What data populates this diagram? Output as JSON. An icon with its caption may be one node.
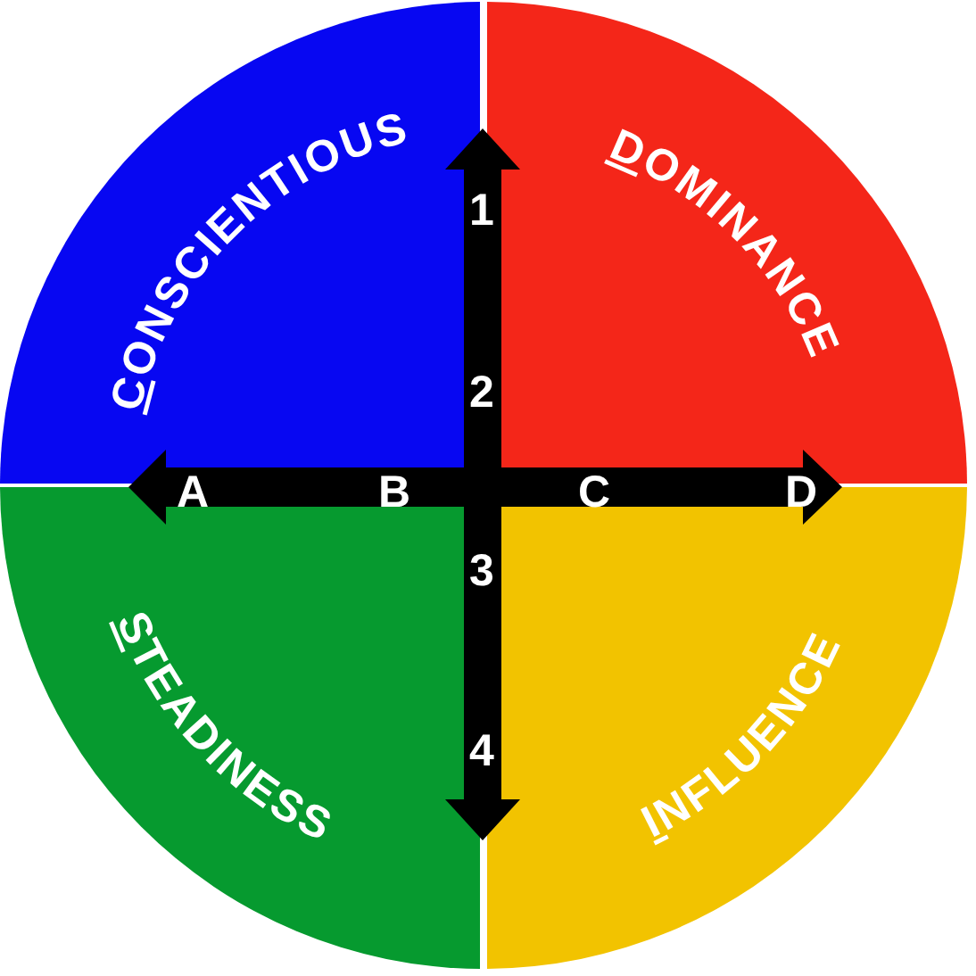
{
  "diagram": {
    "nodes": [
      {
        "text": [
          "CONSCIENTIOUS"
        ]
      },
      {
        "text": [
          "DOMINANCE"
        ]
      },
      {
        "text": [
          "STEADINESS"
        ]
      },
      {
        "text": [
          "INFLUENCE"
        ]
      }
    ],
    "labels": [
      "1",
      "2",
      "A",
      "B",
      "C",
      "D",
      "3",
      "4"
    ]
  }
}
